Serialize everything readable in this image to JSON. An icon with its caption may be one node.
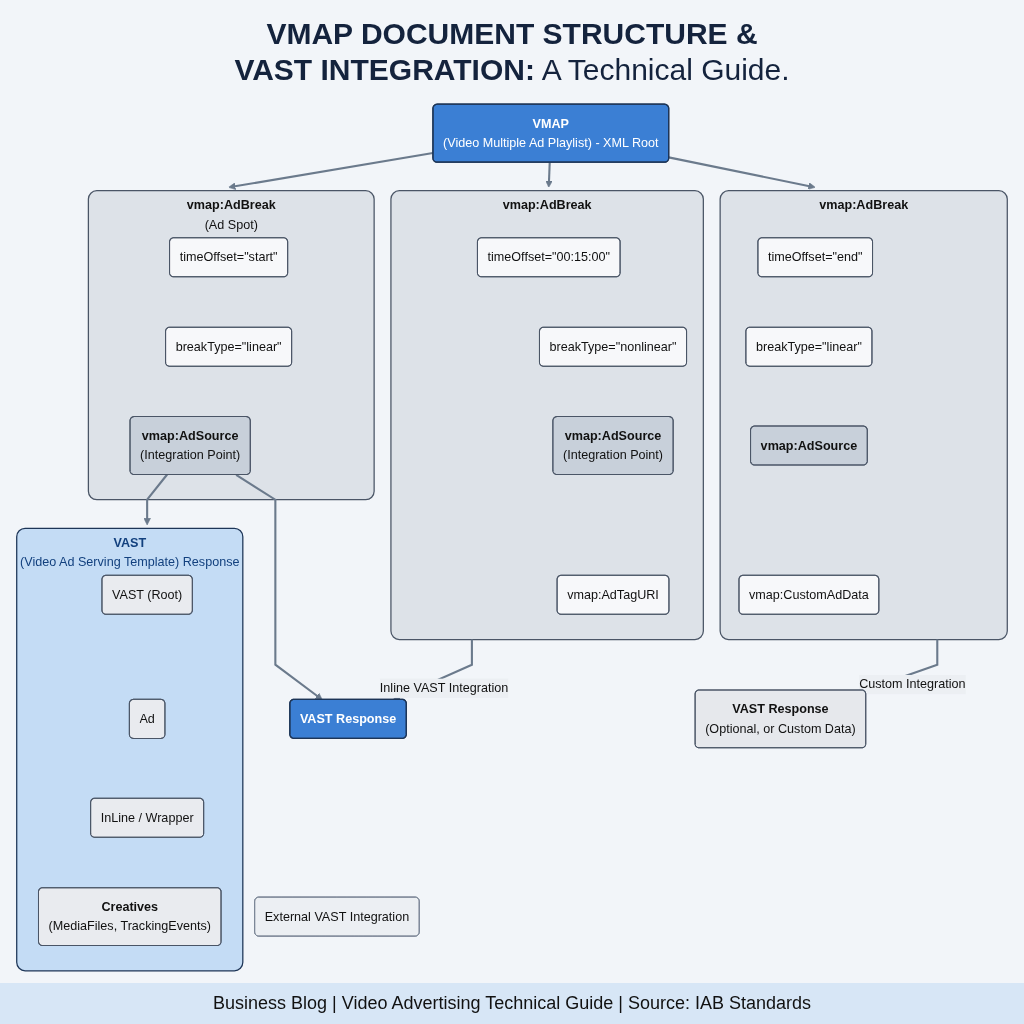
{
  "diagram": {
    "title": "**VMAP DOCUMENT STRUCTURE & VAST INTEGRATION:** A Technical Guide.",
    "caption": "Business Blog | Video Advertising Technical Guide | Source: IAB Standards",
    "nodes": [
      {
        "text": [
          "VMAP",
          "(Video Multiple Ad Playlist) - XML Root"
        ]
      },
      {
        "text": [
          "vmap:AdBreak",
          "(Ad Spot)"
        ]
      },
      {
        "text": [
          "timeOffset=\"start\""
        ],
        "in": 1
      },
      {
        "text": [
          "breakType=\"linear\""
        ],
        "in": 1
      },
      {
        "text": [
          "vmap:AdSource",
          "(Integration Point)"
        ],
        "in": 1
      },
      {
        "text": [
          "vmap:AdBreak"
        ]
      },
      {
        "text": [
          "timeOffset=\"00:15:00\""
        ],
        "in": 5
      },
      {
        "text": [
          "breakType=\"nonlinear\""
        ],
        "in": 5
      },
      {
        "text": [
          "vmap:AdSource",
          "(Integration Point)"
        ],
        "in": 5
      },
      {
        "text": [
          "vmap:AdTagURI"
        ],
        "in": 5
      },
      {
        "text": [
          "vmap:AdBreak"
        ]
      },
      {
        "text": [
          "timeOffset=\"end\""
        ],
        "in": 10
      },
      {
        "text": [
          "breakType=\"linear\""
        ],
        "in": 10
      },
      {
        "text": [
          "vmap:AdSource"
        ],
        "in": 10
      },
      {
        "text": [
          "vmap:CustomAdData"
        ],
        "in": 10
      },
      {
        "text": [
          "VAST",
          "(Video Ad Serving Template) Response"
        ]
      },
      {
        "text": [
          "VAST (Root)"
        ],
        "in": 15
      },
      {
        "text": [
          "Ad"
        ],
        "in": 15
      },
      {
        "text": [
          "InLine / Wrapper"
        ],
        "in": 15
      },
      {
        "text": [
          "Creatives",
          "(MediaFiles, TrackingEvents)"
        ],
        "in": 15,
        "beside": [
          "External VAST Integration"
        ]
      },
      {
        "text": [
          "VAST Response"
        ]
      },
      {
        "text": [
          "VAST Response",
          "(Optional, or Custom Data)"
        ]
      }
    ],
    "edges": [
      {
        "from": 0,
        "to": 1,
        "arrow": "to"
      },
      {
        "from": 0,
        "to": 5,
        "arrow": "to"
      },
      {
        "from": 0,
        "to": 10,
        "arrow": "to"
      },
      {
        "from": 4,
        "to": 15,
        "arrow": "to"
      },
      {
        "from": 4,
        "to": 20,
        "arrow": "to"
      },
      {
        "from": 5,
        "to": 20,
        "arrow": "to",
        "label": "Inline VAST Integration"
      },
      {
        "from": 10,
        "to": 21,
        "arrow": "to",
        "label": "Custom Integration"
      }
    ]
  }
}
